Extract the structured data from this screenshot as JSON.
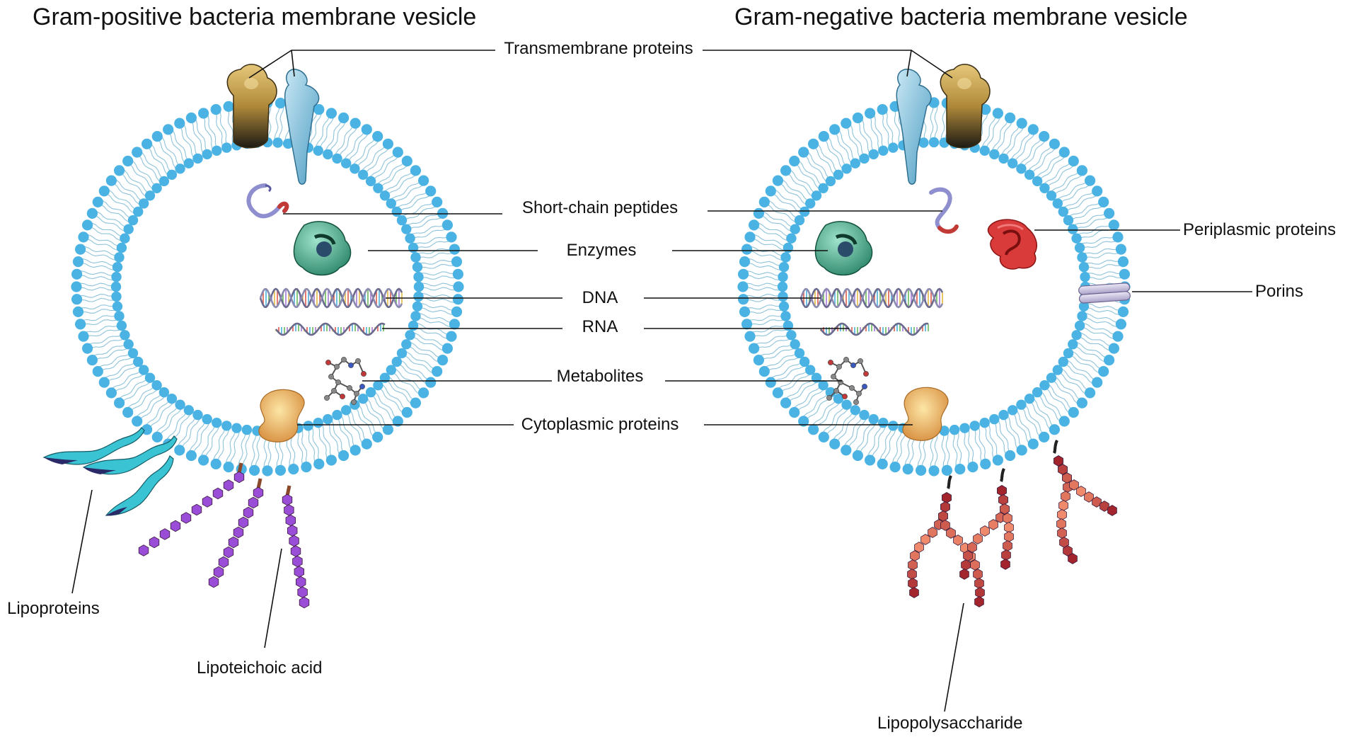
{
  "titles": {
    "gram_positive": "Gram-positive bacteria membrane vesicle",
    "gram_negative": "Gram-negative bacteria membrane vesicle"
  },
  "labels": {
    "transmembrane_proteins": "Transmembrane proteins",
    "short_chain_peptides": "Short-chain peptides",
    "enzymes": "Enzymes",
    "dna": "DNA",
    "rna": "RNA",
    "metabolites": "Metabolites",
    "cytoplasmic_proteins": "Cytoplasmic proteins",
    "periplasmic_proteins": "Periplasmic proteins",
    "porins": "Porins",
    "lipoproteins": "Lipoproteins",
    "lipoteichoic_acid": "Lipoteichoic acid",
    "lipopolysaccharide": "Lipopolysaccharide"
  },
  "colors": {
    "lipid_head": "#4bb3e3",
    "lipid_tail": "#8fc3da",
    "transmembrane_gold": "#c9a34f",
    "transmembrane_blue": "#7fbfdc",
    "enzyme": "#2f9a7c",
    "cytoplasmic_protein": "#e2a45a",
    "periplasmic_protein": "#d93a3a",
    "porin": "#c9c3df",
    "lipoprotein": "#3ac4d3",
    "lipoprotein_dark": "#2a2a68",
    "lipoteichoic_acid": "#9a4dd6",
    "lps_dark": "#a3242c",
    "lps_light": "#f08a6c",
    "leader_line": "#111111"
  }
}
